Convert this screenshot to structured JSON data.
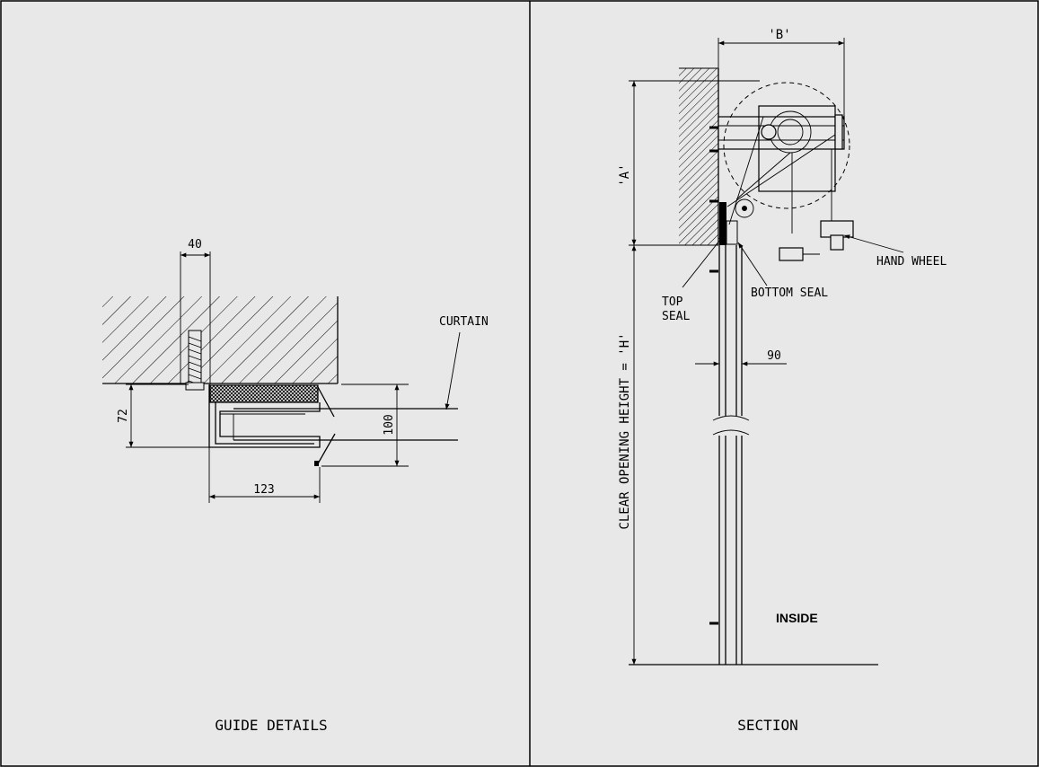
{
  "guide": {
    "title": "GUIDE DETAILS",
    "dims": {
      "d40": "40",
      "d72": "72",
      "d100": "100",
      "d123": "123"
    },
    "labels": {
      "curtain": "CURTAIN"
    }
  },
  "section": {
    "title": "SECTION",
    "dims": {
      "b": "'B'",
      "a": "'A'",
      "d90": "90",
      "h": "CLEAR OPENING HEIGHT = 'H'"
    },
    "labels": {
      "hand_wheel": "HAND WHEEL",
      "top_seal_1": "TOP",
      "top_seal_2": "SEAL",
      "bottom_seal": "BOTTOM SEAL",
      "inside": "INSIDE"
    }
  }
}
